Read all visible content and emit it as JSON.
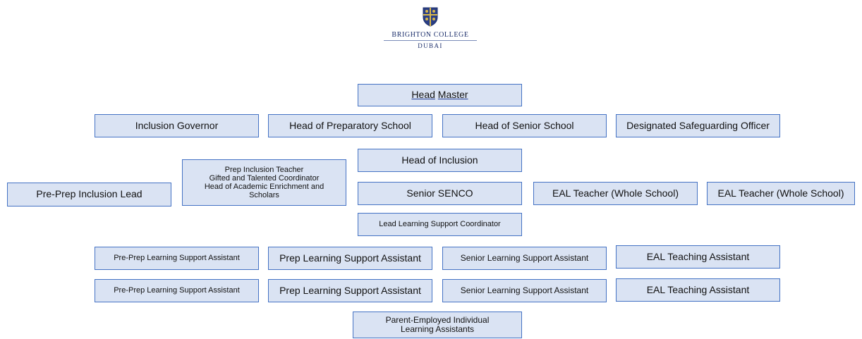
{
  "logo": {
    "name_line1": "BRIGHTON COLLEGE",
    "name_line2": "DUBAI",
    "crest_icon": "school-crest-icon",
    "brand_color": "#1c2f6b"
  },
  "colors": {
    "box_fill": "#dae3f3",
    "box_border": "#4472c4"
  },
  "chart": {
    "head_master": {
      "word1": "Head",
      "word2": "Master"
    },
    "row_leaders": {
      "inclusion_governor": "Inclusion Governor",
      "head_prep": "Head of Preparatory School",
      "head_senior": "Head of Senior School",
      "dso": "Designated Safeguarding Officer"
    },
    "head_inclusion": "Head of Inclusion",
    "prep_inclusion_box": {
      "line1": "Prep Inclusion Teacher",
      "line2": "Gifted and Talented Coordinator",
      "line3": "Head of Academic Enrichment and",
      "line4": "Scholars"
    },
    "pre_prep_lead": "Pre-Prep Inclusion Lead",
    "senior_senco": "Senior SENCO",
    "eal_teacher_1": "EAL Teacher (Whole School)",
    "eal_teacher_2": "EAL Teacher (Whole School)",
    "lead_lsc": "Lead Learning Support Coordinator",
    "assistants_row1": {
      "pre_prep": "Pre-Prep Learning Support Assistant",
      "prep": "Prep Learning Support Assistant",
      "senior": "Senior Learning Support Assistant",
      "eal": "EAL Teaching Assistant"
    },
    "assistants_row2": {
      "pre_prep": "Pre-Prep Learning Support Assistant",
      "prep": "Prep Learning Support Assistant",
      "senior": "Senior Learning Support Assistant",
      "eal": "EAL Teaching Assistant"
    },
    "parent_employed": {
      "line1": "Parent-Employed Individual",
      "line2": "Learning Assistants"
    }
  }
}
